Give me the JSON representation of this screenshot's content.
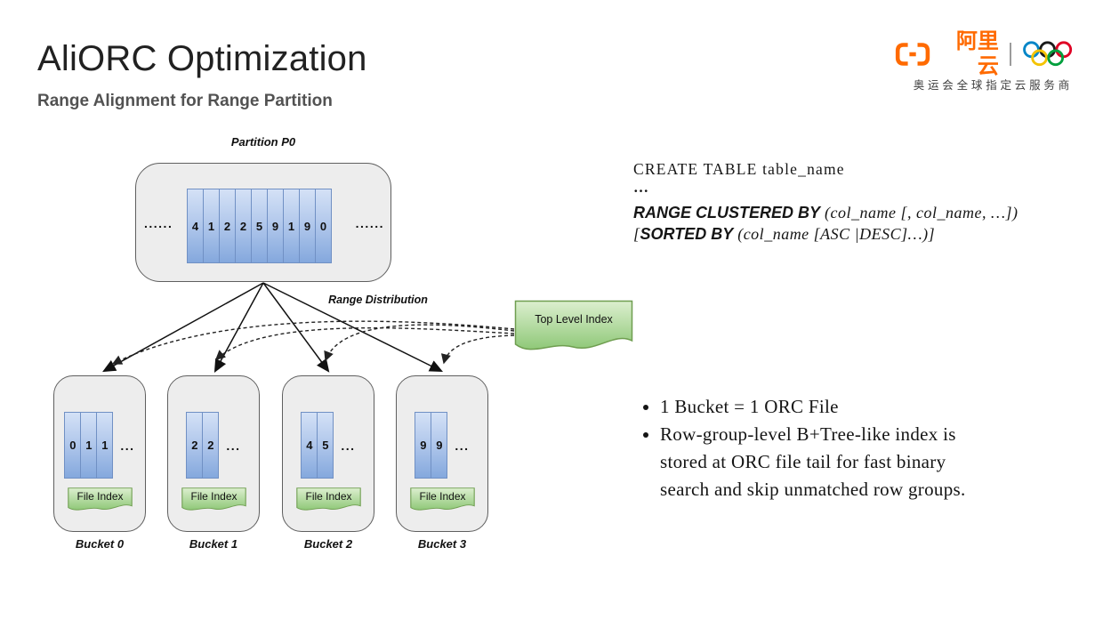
{
  "header": {
    "title": "AliORC Optimization",
    "subtitle": "Range Alignment for Range Partition"
  },
  "logo": {
    "brand": "阿里云",
    "tagline": "奥运会全球指定云服务商",
    "brand_color": "#FF6A00",
    "ring_colors": [
      "#0085C7",
      "#1a1a1a",
      "#DF0024",
      "#F4C300",
      "#009F3D"
    ]
  },
  "diagram": {
    "partition": {
      "label": "Partition P0",
      "cells": [
        "4",
        "1",
        "2",
        "2",
        "5",
        "9",
        "1",
        "9",
        "0"
      ],
      "left_dots": "......",
      "right_dots": "......"
    },
    "range_distribution_label": "Range Distribution",
    "top_level_index": {
      "label": "Top Level Index"
    },
    "buckets": [
      {
        "label": "Bucket 0",
        "cells": [
          "0",
          "1",
          "1"
        ],
        "more": "...",
        "file_index_label": "File Index"
      },
      {
        "label": "Bucket 1",
        "cells": [
          "2",
          "2"
        ],
        "more": "...",
        "file_index_label": "File Index"
      },
      {
        "label": "Bucket 2",
        "cells": [
          "4",
          "5"
        ],
        "more": "...",
        "file_index_label": "File Index"
      },
      {
        "label": "Bucket 3",
        "cells": [
          "9",
          "9"
        ],
        "more": "...",
        "file_index_label": "File Index"
      }
    ],
    "colors": {
      "container_fill": "#ededed",
      "container_border": "#5f5f5f",
      "cell_gradient_top": "#d4e1f6",
      "cell_gradient_bottom": "#84a8dd",
      "cell_border": "#7090c4",
      "doc_gradient_top": "#dcefcf",
      "doc_gradient_bottom": "#8fc878",
      "doc_border": "#6f9e50"
    }
  },
  "code": {
    "line1": "CREATE TABLE table_name",
    "line2": "…",
    "line3": {
      "kw": "RANGE CLUSTERED BY",
      "rest": " (col_name [, col_name, …])"
    },
    "line4": {
      "pre": "[",
      "kw": "SORTED BY",
      "rest": " (col_name [ASC |DESC]…)]"
    }
  },
  "notes": {
    "bullets": [
      "1 Bucket = 1 ORC File",
      "Row-group-level B+Tree-like index is stored at ORC file tail for fast binary search and skip unmatched row groups."
    ]
  }
}
